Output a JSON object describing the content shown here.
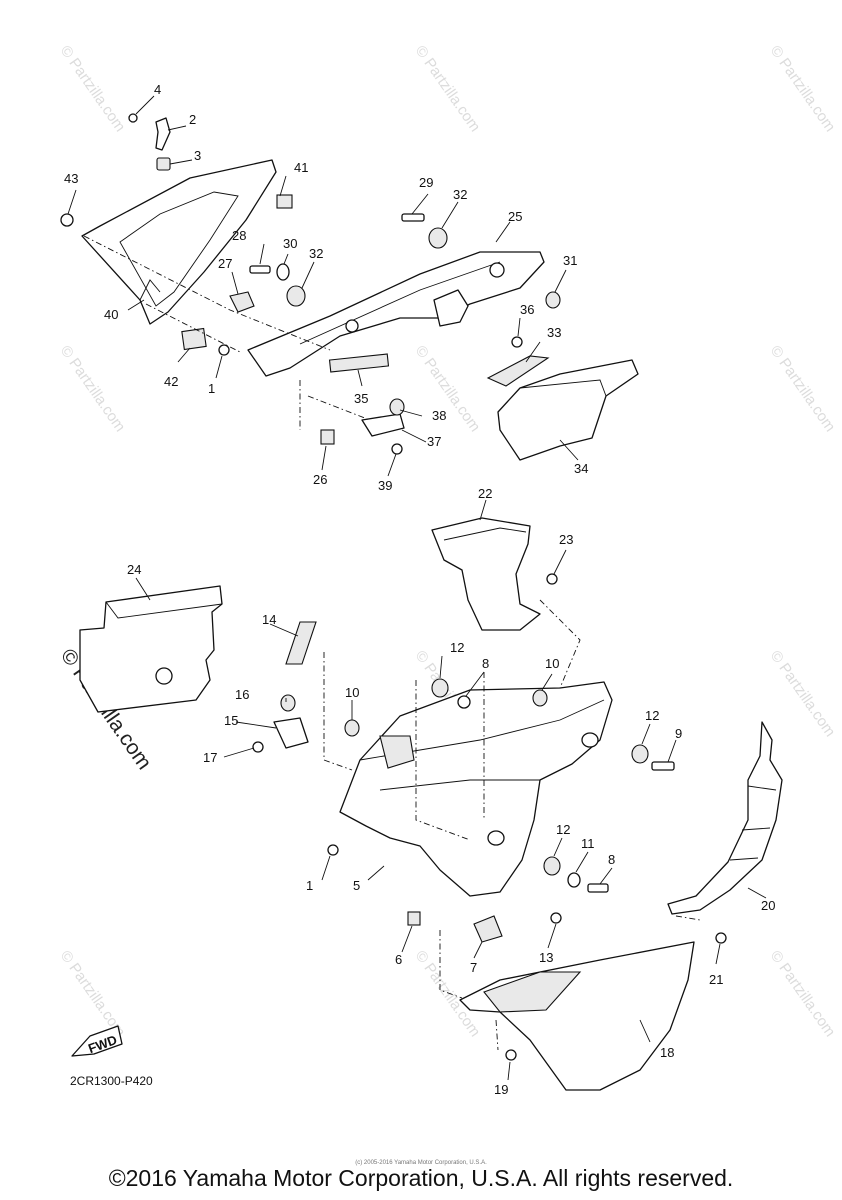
{
  "diagram": {
    "code": "2CR1300-P420",
    "fwd_label": "FWD",
    "fine_print": "(c) 2005-2016 Yamaha Motor Corporation, U.S.A.",
    "copyright": "©2016 Yamaha Motor Corporation, U.S.A. All rights reserved.",
    "watermark": "© Partzilla.com",
    "callouts": [
      "1",
      "2",
      "3",
      "4",
      "5",
      "6",
      "7",
      "8",
      "9",
      "10",
      "11",
      "12",
      "13",
      "14",
      "15",
      "16",
      "17",
      "18",
      "19",
      "20",
      "21",
      "22",
      "23",
      "24",
      "25",
      "26",
      "27",
      "28",
      "29",
      "30",
      "31",
      "32",
      "33",
      "34",
      "35",
      "36",
      "37",
      "38",
      "39",
      "40",
      "41",
      "42",
      "43"
    ]
  }
}
